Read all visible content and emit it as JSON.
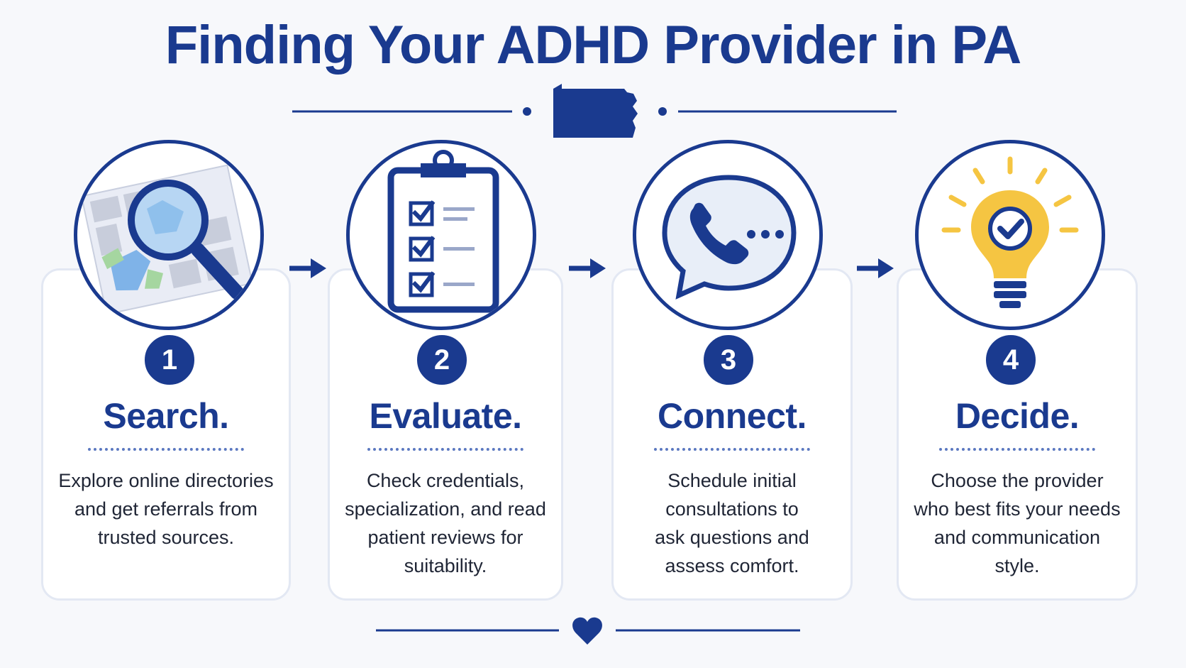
{
  "title": "Finding Your ADHD Provider in PA",
  "colors": {
    "primary": "#1a3a8f",
    "accent_yellow": "#f5c542",
    "card_border": "#e3e8f3",
    "background": "#f7f8fb"
  },
  "steps": [
    {
      "number": "1",
      "heading": "Search.",
      "lines": [
        "Explore online directories",
        "and get referrals from",
        "trusted sources."
      ],
      "icon": "map-magnifier-icon"
    },
    {
      "number": "2",
      "heading": "Evaluate.",
      "lines": [
        "Check credentials,",
        "specialization, and read",
        "patient reviews for",
        "suitability."
      ],
      "icon": "clipboard-checklist-icon"
    },
    {
      "number": "3",
      "heading": "Connect.",
      "lines": [
        "Schedule initial",
        "consultations to",
        "ask questions and",
        "assess comfort."
      ],
      "icon": "phone-chat-bubble-icon"
    },
    {
      "number": "4",
      "heading": "Decide.",
      "lines": [
        "Choose the provider",
        "who best fits your needs",
        "and communication style."
      ],
      "icon": "lightbulb-check-icon"
    }
  ],
  "decorations": {
    "top_divider_icon": "pennsylvania-map-icon",
    "bottom_divider_icon": "heart-icon",
    "connector_icon": "arrow-right-icon"
  }
}
